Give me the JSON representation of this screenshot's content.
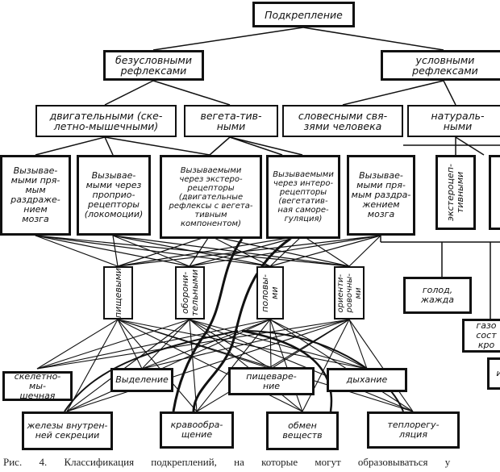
{
  "diagram": {
    "root": "Подкрепление",
    "level1": [
      "безусловными\nрефлексами",
      "условными\nрефлексами"
    ],
    "level2": [
      "двигательными (ске-\nлетно-мышечными)",
      "вегета-тив-\nными",
      "словесными свя-\nзями человека",
      "натураль-\nными"
    ],
    "level3": [
      "Вызывае-\nмыми пря-\nмым\nраздраже-\nнием\nмозга",
      "Вызывае-\nмыми через\nпроприо-\nрецепторы\n(локомоции)",
      "Вызываемыми\nчерез экстеро-\nрецепторы\n(двигательные\nрефлексы с вегета-\nтивным компонентом)",
      "Вызываемыми\nчерез интеро-\nрецепторы\n(вегетатив-\nная саморе-\nгуляция)",
      "Вызывае-\nмыми пря-\nмым раздра-\nжением\nмозга",
      "экстероцеп-\nтивными"
    ],
    "level4": [
      "пищевыми",
      "оборони-\nтельными",
      "половы-\nми",
      "ориенти-\nровочны-\nми"
    ],
    "needs": [
      "голод,\nжажда",
      "газо\nсост\nкро",
      "и"
    ],
    "systems_top": [
      "скелетно-мы-\nшечная",
      "Выделение",
      "пищеваре-\nние",
      "дыхание"
    ],
    "systems_bottom": [
      "железы внутрен-\nней секреции",
      "кравообра-\nщение",
      "обмен\nвеществ",
      "теплорегу-\nляция"
    ],
    "caption": "Рис. 4. Классификация подкреплений, на которые могут образовываться у"
  }
}
